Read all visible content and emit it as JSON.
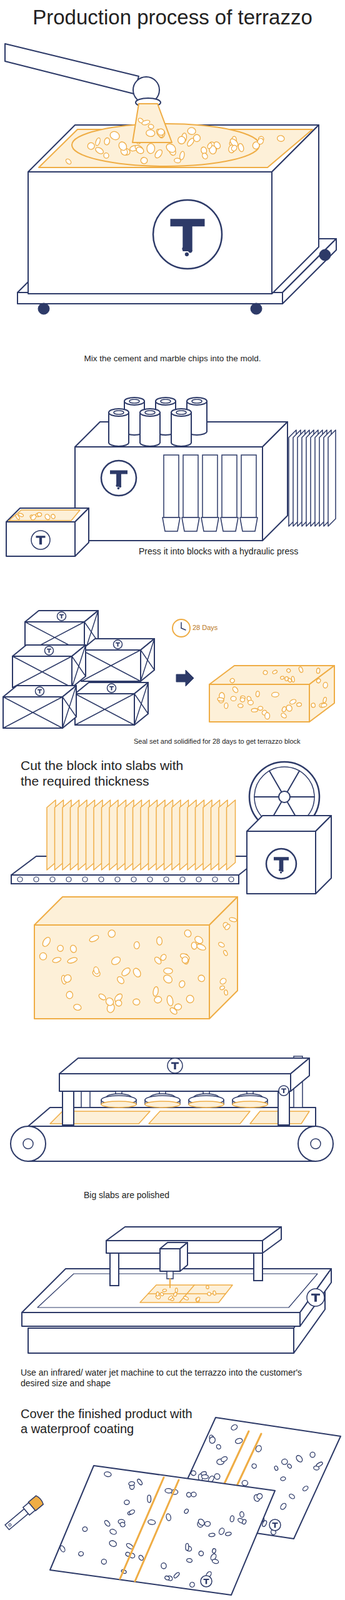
{
  "diagram": {
    "title": "Production process of terrazzo",
    "labels": [
      "Mix the cement and marble chips into the mold.",
      "Press it into blocks with a hydraulic press",
      "28 Days",
      "Seal set and solidified for 28 days to get terrazzo block",
      "Cut the block into slabs with the required thickness",
      "Big slabs are polished",
      "Use an infrared/ water jet machine to cut the terrazzo into the customer's desired size and shape",
      "Cover the finished product with a waterproof coating"
    ]
  }
}
